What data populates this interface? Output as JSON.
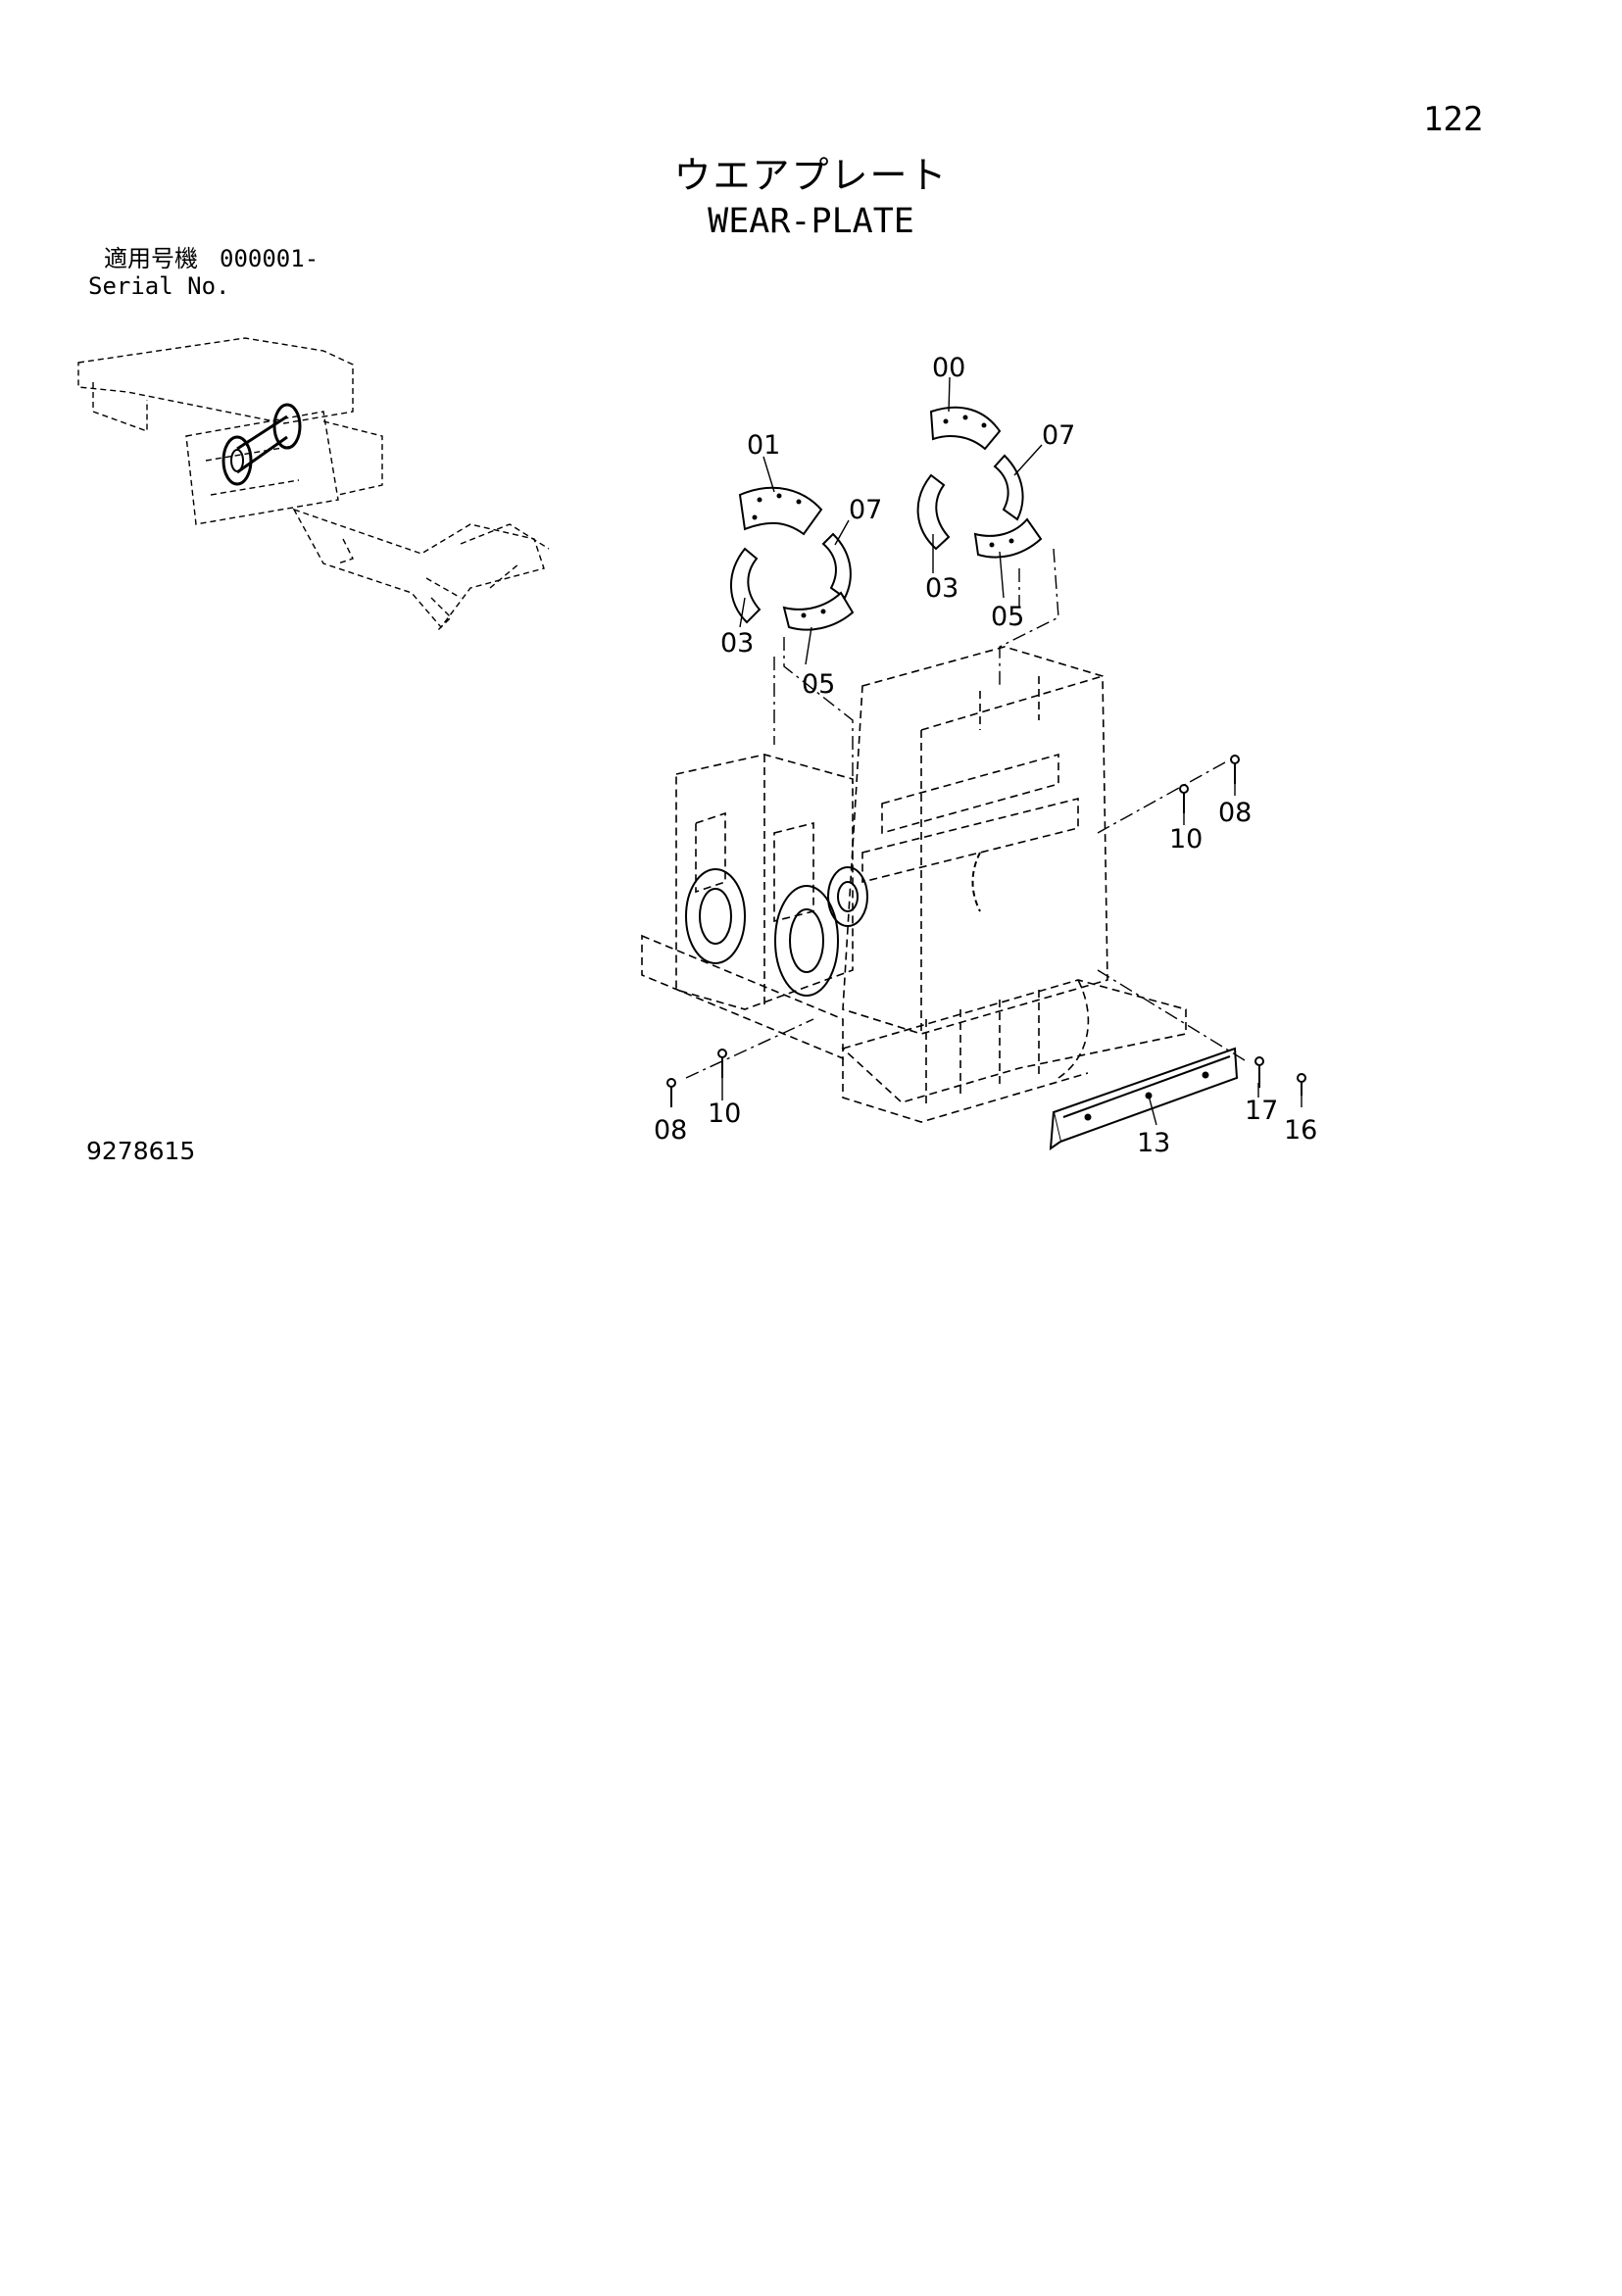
{
  "page_number": "122",
  "title_jp": "ウエアプレート",
  "title_en": "WEAR-PLATE",
  "serial": {
    "label_jp": "適用号機",
    "value": "000001-",
    "label_en": "Serial No."
  },
  "drawing_number": "9278615",
  "callouts": [
    "00",
    "01",
    "07",
    "07",
    "03",
    "03",
    "05",
    "05",
    "08",
    "10",
    "08",
    "10",
    "13",
    "17",
    "16"
  ]
}
